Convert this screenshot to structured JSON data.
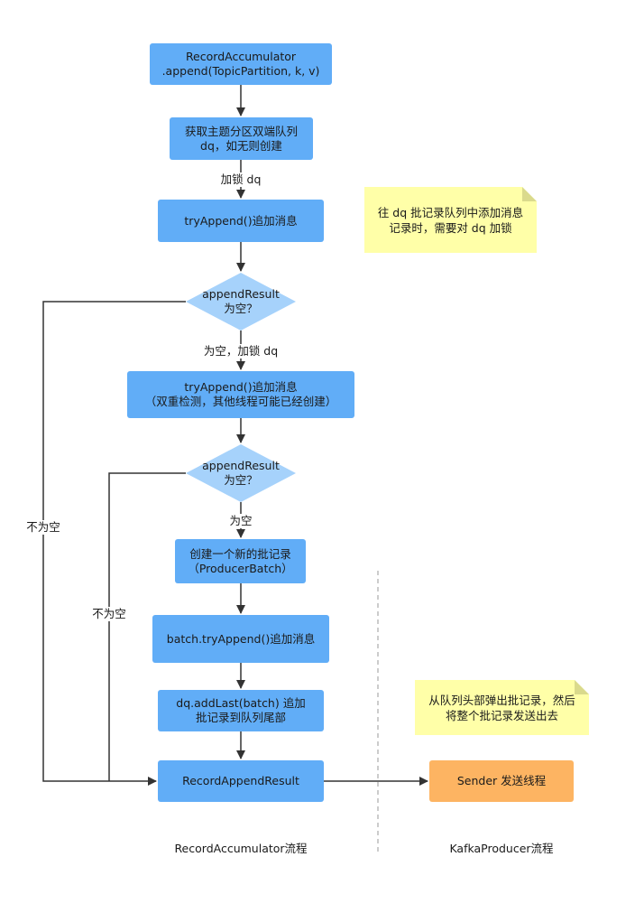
{
  "nodes": {
    "append": "RecordAccumulator\n.append(TopicPartition, k, v)",
    "get_dq": "获取主题分区双端队列\ndq，如无则创建",
    "try_append_1": "tryAppend()追加消息",
    "decision_1": "appendResult\n为空？",
    "try_append_2": "tryAppend()追加消息\n（双重检测，其他线程可能已经创建）",
    "decision_2": "appendResult\n为空？",
    "create_batch": "创建一个新的批记录\n（ProducerBatch）",
    "batch_append": "batch.tryAppend()追加消息",
    "add_last": "dq.addLast(batch) 追加\n批记录到队列尾部",
    "result": "RecordAppendResult",
    "sender": "Sender 发送线程"
  },
  "edge_labels": {
    "lock_dq": "加锁 dq",
    "empty_lock_dq": "为空，加锁 dq",
    "empty": "为空",
    "not_empty_outer": "不为空",
    "not_empty_inner": "不为空"
  },
  "notes": {
    "lock_note": "往 dq 批记录队列中添加消息\n记录时，需要对 dq 加锁",
    "sender_note": "从队列头部弹出批记录，然后\n将整个批记录发送出去"
  },
  "captions": {
    "left": "RecordAccumulator流程",
    "right": "KafkaProducer流程"
  },
  "colors": {
    "process": "#61adf7",
    "decision": "#a6d2fb",
    "sender": "#fdb462",
    "note": "#ffffa8",
    "note_fold": "#dada8c",
    "line": "#333333",
    "divider": "#999999"
  }
}
